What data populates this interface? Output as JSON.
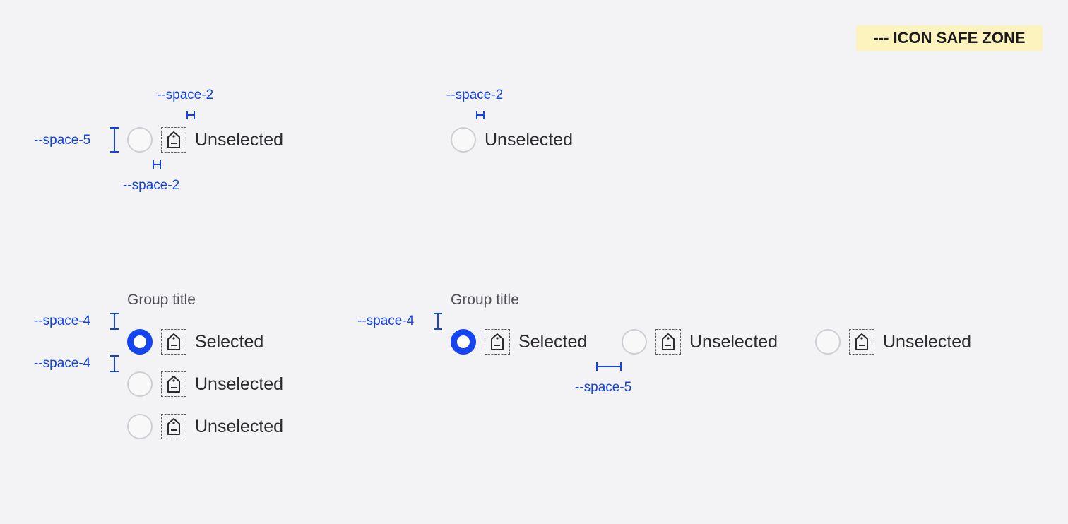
{
  "legend": {
    "label": "--- ICON SAFE ZONE",
    "color": "#fdf3bf"
  },
  "colors": {
    "selected": "#1445f0",
    "annotation": "#1443e0",
    "text": "#2b2b2f"
  },
  "icon_name": "tag-icon",
  "annotations": {
    "space_2": "--space-2",
    "space_4": "--space-4",
    "space_5": "--space-5"
  },
  "example_single_with_icon": {
    "label": "Unselected",
    "checked": false
  },
  "example_single_no_icon": {
    "label": "Unselected",
    "checked": false
  },
  "group_vertical": {
    "title": "Group title",
    "options": [
      {
        "label": "Selected",
        "checked": true
      },
      {
        "label": "Unselected",
        "checked": false
      },
      {
        "label": "Unselected",
        "checked": false
      }
    ]
  },
  "group_horizontal": {
    "title": "Group title",
    "options": [
      {
        "label": "Selected",
        "checked": true
      },
      {
        "label": "Unselected",
        "checked": false
      },
      {
        "label": "Unselected",
        "checked": false
      }
    ]
  }
}
